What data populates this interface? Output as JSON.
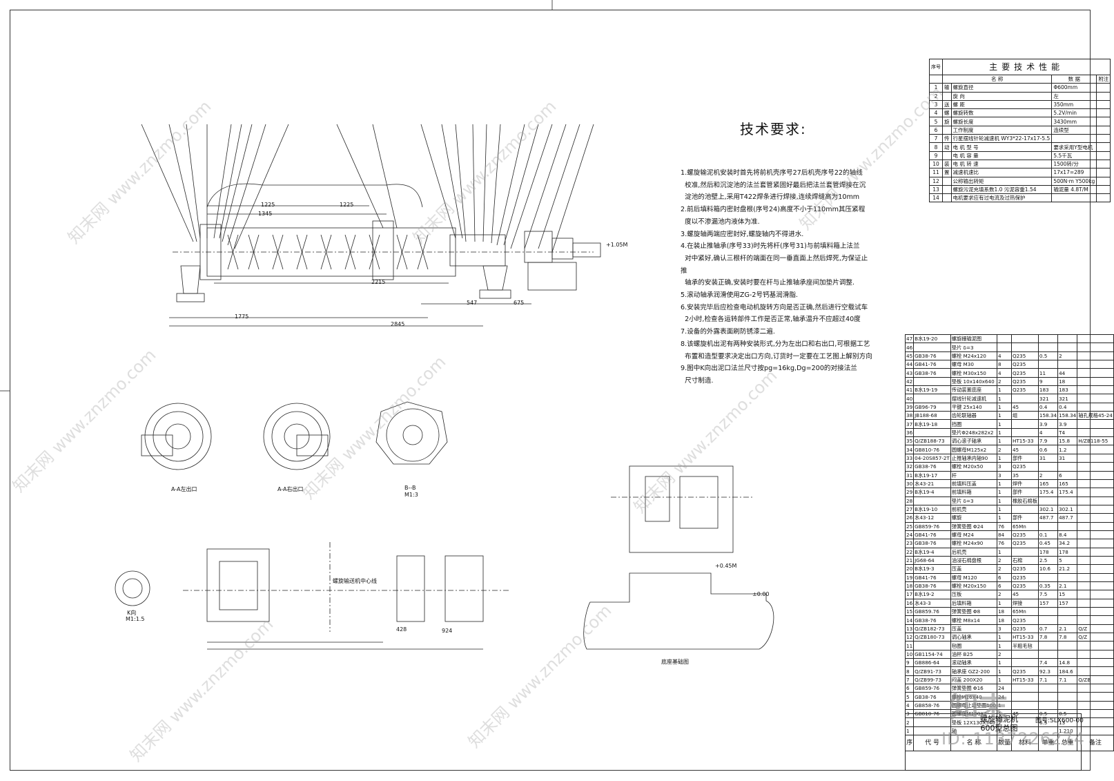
{
  "tech_requirements": {
    "title": "技术要求:",
    "body": "1.螺旋输泥机安装时首先将前机壳序号27后机壳序号22的轴线\n  校准,然后和沉淀池的法兰套管紧固好最后把法兰套管焊接在沉\n  淀池的池壁上,采用T422焊条进行焊接,连续焊缝高为10mm\n2.前后填料箱内密封盘根(序号24)高度不小于110mm其压紧程\n  度以不渗漏池内液体为准.\n3.螺旋轴两端应密封好,螺旋轴内不得进水.\n4.在装止推轴承(序号33)时先将杆(序号31)与前填料箱上法兰\n  对中紧好,确认三根杆的端面在同一垂直面上然后焊死,为保证止推\n  轴承的安装正确,安装时要在杆与止推轴承座间加垫片调整.\n5.滚动轴承润滑使用ZG-2号钙基润滑脂.\n6.安装完毕后应检查电动机旋转方向是否正确,然后进行空载试车\n  2小时,检查各运转部件工作是否正常,轴承温升不应超过40度\n7.设备的外露表面刷防锈漆二遍.\n8.该螺旋机出泥有两种安装形式,分为左出口和右出口,可根据工艺\n  布置和造型要求决定出口方向,订货时一定要在工艺图上解别方向\n9.图中K向出泥口法兰尺寸按pg=16kg,Dg=200的对接法兰\n  尺寸制造."
  },
  "performance": {
    "title": "主要技术性能",
    "col_no": "序号",
    "col_name": "名  称",
    "col_data": "数  据",
    "col_note": "附注",
    "rows": [
      {
        "no": "1",
        "group": "输",
        "name": "螺旋直径",
        "data": "Φ600mm"
      },
      {
        "no": "2",
        "group": "",
        "name": "旋  向",
        "data": "左"
      },
      {
        "no": "3",
        "group": "送",
        "name": "螺  距",
        "data": "350mm"
      },
      {
        "no": "4",
        "group": "螺",
        "name": "螺旋转数",
        "data": "5.2V/min"
      },
      {
        "no": "5",
        "group": "旋",
        "name": "螺旋长度",
        "data": "3430mm"
      },
      {
        "no": "6",
        "group": "",
        "name": "工作制度",
        "data": "连续型"
      },
      {
        "no": "7",
        "group": "传",
        "name": "行星摆线针轮减速机 WY3*22-17x17-5.5",
        "data": ""
      },
      {
        "no": "8",
        "group": "动",
        "name": "电 机 型 号",
        "data": "要求采用Y型电机"
      },
      {
        "no": "9",
        "group": "",
        "name": "电 机 容 量",
        "data": "5.5千瓦"
      },
      {
        "no": "10",
        "group": "装",
        "name": "电 机 转 速",
        "data": "1500转/分"
      },
      {
        "no": "11",
        "group": "置",
        "name": "减速机速比",
        "data": "17x17=289"
      },
      {
        "no": "12",
        "group": "",
        "name": "公称输出转矩",
        "data": "500N·m Y500kg"
      },
      {
        "no": "13",
        "group": "",
        "name": "螺旋污泥充填系数1.0 污泥容重1.54",
        "data": "输泥量 4.8T/M"
      },
      {
        "no": "14",
        "group": "",
        "name": "电机要求应有过电流及过热保护",
        "data": ""
      }
    ]
  },
  "bom": {
    "header": [
      "序",
      "代 号",
      "名  称",
      "数量",
      "材料",
      "单重",
      "总重",
      "备注"
    ],
    "rows": [
      [
        "47",
        "B水19-20",
        "螺旋栅输泥图",
        "",
        "",
        "",
        "",
        ""
      ],
      [
        "46",
        "",
        "垫片 δ=3",
        "",
        "",
        "",
        "",
        ""
      ],
      [
        "45",
        "GB38-76",
        "螺栓 M24x120",
        "4",
        "Q235",
        "0.5",
        "2",
        ""
      ],
      [
        "44",
        "GB41-76",
        "螺母 M30",
        "8",
        "Q235",
        "",
        "",
        ""
      ],
      [
        "43",
        "GB38-76",
        "螺栓 M30x150",
        "4",
        "Q235",
        "11",
        "44",
        ""
      ],
      [
        "42",
        "",
        "垫板 10x140x640",
        "2",
        "Q235",
        "9",
        "18",
        ""
      ],
      [
        "41",
        "B水19-19",
        "传动装置底座",
        "1",
        "Q235",
        "183",
        "183",
        ""
      ],
      [
        "40",
        "",
        "摆线针轮减速机",
        "1",
        "",
        "321",
        "321",
        ""
      ],
      [
        "39",
        "GB96-79",
        "平键 25x140",
        "1",
        "45",
        "0.4",
        "0.4",
        ""
      ],
      [
        "38",
        "JB188-68",
        "齿轮联轴器",
        "1",
        "组",
        "158.34",
        "158.34",
        "轴孔规格45-24"
      ],
      [
        "37",
        "B水19-18",
        "挡圈",
        "1",
        "",
        "3.9",
        "3.9",
        ""
      ],
      [
        "36",
        "",
        "垫片Φ248x282x2",
        "1",
        "",
        "4",
        "T4",
        ""
      ],
      [
        "35",
        "Q/ZB188-73",
        "调心滚子轴承",
        "1",
        "HT15-33",
        "7.9",
        "15.8",
        "H/ZB118-55"
      ],
      [
        "34",
        "GB810-76",
        "圆螺母M125x2",
        "2",
        "45",
        "0.6",
        "1.2",
        ""
      ],
      [
        "33",
        "04-20S857-2T",
        "止推轴承内轴90",
        "1",
        "部件",
        "31",
        "31",
        ""
      ],
      [
        "32",
        "GB38-76",
        "螺栓 M20x50",
        "3",
        "Q235",
        "",
        "",
        "",
        ""
      ],
      [
        "31",
        "B水19-17",
        "杆",
        "3",
        "35",
        "2",
        "6",
        ""
      ],
      [
        "30",
        "水43-21",
        "前填料压盖",
        "1",
        "焊件",
        "165",
        "165",
        ""
      ],
      [
        "29",
        "B水19-4",
        "前填料箱",
        "1",
        "部件",
        "175.4",
        "175.4",
        ""
      ],
      [
        "28",
        "",
        "垫片 δ=3",
        "1",
        "橡胶石棉板",
        "",
        "",
        ""
      ],
      [
        "27",
        "B水19-10",
        "前机壳",
        "1",
        "",
        "302.1",
        "302.1",
        ""
      ],
      [
        "26",
        "水43-12",
        "螺旋",
        "1",
        "部件",
        "487.7",
        "487.7",
        ""
      ],
      [
        "25",
        "GB859-76",
        "弹簧垫圈 Φ24",
        "76",
        "65Mn",
        "",
        "",
        ""
      ],
      [
        "24",
        "GB41-76",
        "螺母 M24",
        "84",
        "Q235",
        "0.1",
        "8.4",
        ""
      ],
      [
        "23",
        "GB38-76",
        "螺栓 M24x90",
        "76",
        "Q235",
        "0.45",
        "34.2",
        ""
      ],
      [
        "22",
        "B水19-4",
        "后机壳",
        "1",
        "",
        "178",
        "178",
        ""
      ],
      [
        "21",
        "JG68-64",
        "油浸石棉盘根",
        "2",
        "石棉",
        "2.5",
        "5",
        ""
      ],
      [
        "20",
        "B水19-3",
        "压盖",
        "2",
        "Q235",
        "10.6",
        "21.2",
        ""
      ],
      [
        "19",
        "GB41-76",
        "螺母 M120",
        "6",
        "Q235",
        "",
        "",
        ""
      ],
      [
        "18",
        "GB38-76",
        "螺栓 M20x150",
        "6",
        "Q235",
        "0.35",
        "2.1",
        ""
      ],
      [
        "17",
        "B水19-2",
        "压板",
        "2",
        "45",
        "7.5",
        "15",
        ""
      ],
      [
        "16",
        "水43-3",
        "后填料箱",
        "1",
        "焊接",
        "157",
        "157",
        ""
      ],
      [
        "15",
        "GB859.76",
        "弹簧垫圈 Φ8",
        "18",
        "65Mn",
        "",
        "",
        ""
      ],
      [
        "14",
        "GB38-76",
        "螺栓 M8x14",
        "18",
        "Q235",
        "",
        "",
        ""
      ],
      [
        "13",
        "Q/ZB182-73",
        "压盖",
        "3",
        "Q235",
        "0.7",
        "2.1",
        "Q/Z"
      ],
      [
        "12",
        "Q/ZB180-73",
        "调心轴承",
        "1",
        "HT15-33",
        "7.8",
        "7.8",
        "Q/Z"
      ],
      [
        "11",
        "",
        "毡圈",
        "1",
        "半粗毛毡",
        "",
        "",
        ""
      ],
      [
        "10",
        "GB1154-74",
        "油杯 B25",
        "2",
        "",
        "",
        "",
        ""
      ],
      [
        "9",
        "GB886-64",
        "滚动轴承",
        "1",
        "",
        "7.4",
        "14.8",
        ""
      ],
      [
        "8",
        "Q/ZB91-73",
        "轴承座 GZ2-200",
        "1",
        "Q235",
        "92.3",
        "184.6",
        ""
      ],
      [
        "7",
        "Q/ZB99-73",
        "闷盖 200X20",
        "1",
        "HT15-33",
        "7.1",
        "7.1",
        "Q/ZB"
      ],
      [
        "6",
        "GB859-76",
        "弹簧垫圈 Φ16",
        "24",
        "",
        "",
        "",
        ""
      ],
      [
        "5",
        "GB38-76",
        "螺栓M16X40",
        "24",
        "",
        "",
        "",
        ""
      ],
      [
        "4",
        "GB858-76",
        "圆螺母止动垫圈100",
        "1",
        "",
        "",
        "",
        ""
      ],
      [
        "3",
        "GB810-76",
        "圆螺母M100X2",
        "1",
        "45",
        "0.5",
        "0.5",
        ""
      ],
      [
        "2",
        "",
        "垫板 12X130X540",
        "2",
        "",
        "6.5",
        "13",
        ""
      ],
      [
        "1",
        "",
        "轴",
        "1",
        "",
        "",
        "1.210",
        ""
      ]
    ]
  },
  "title_block": {
    "name_line1": "螺旋输泥机",
    "name_line2": "600型总图",
    "drawing_no": "图号:SLX600-00"
  },
  "views": {
    "section_aa": "A-A左出口",
    "section_aa2": "A-A右出口",
    "section_bb": "B--B",
    "section_bb_scale": "M1:3",
    "view_k": "K向",
    "view_k_scale": "M1:1.5",
    "foundation": "底座基础图",
    "centerline": "螺旋输送机中心线",
    "elev1": "+1.05M",
    "elev2": "+0.45M",
    "elev3": "±0.00",
    "dims": [
      "1775",
      "2845",
      "1225",
      "1225",
      "1345",
      "2215",
      "547",
      "675",
      "428",
      "924"
    ]
  },
  "watermark": {
    "text": "知末网 www.znzmo.com",
    "brand": "知末",
    "id": "ID: 1137226274"
  }
}
